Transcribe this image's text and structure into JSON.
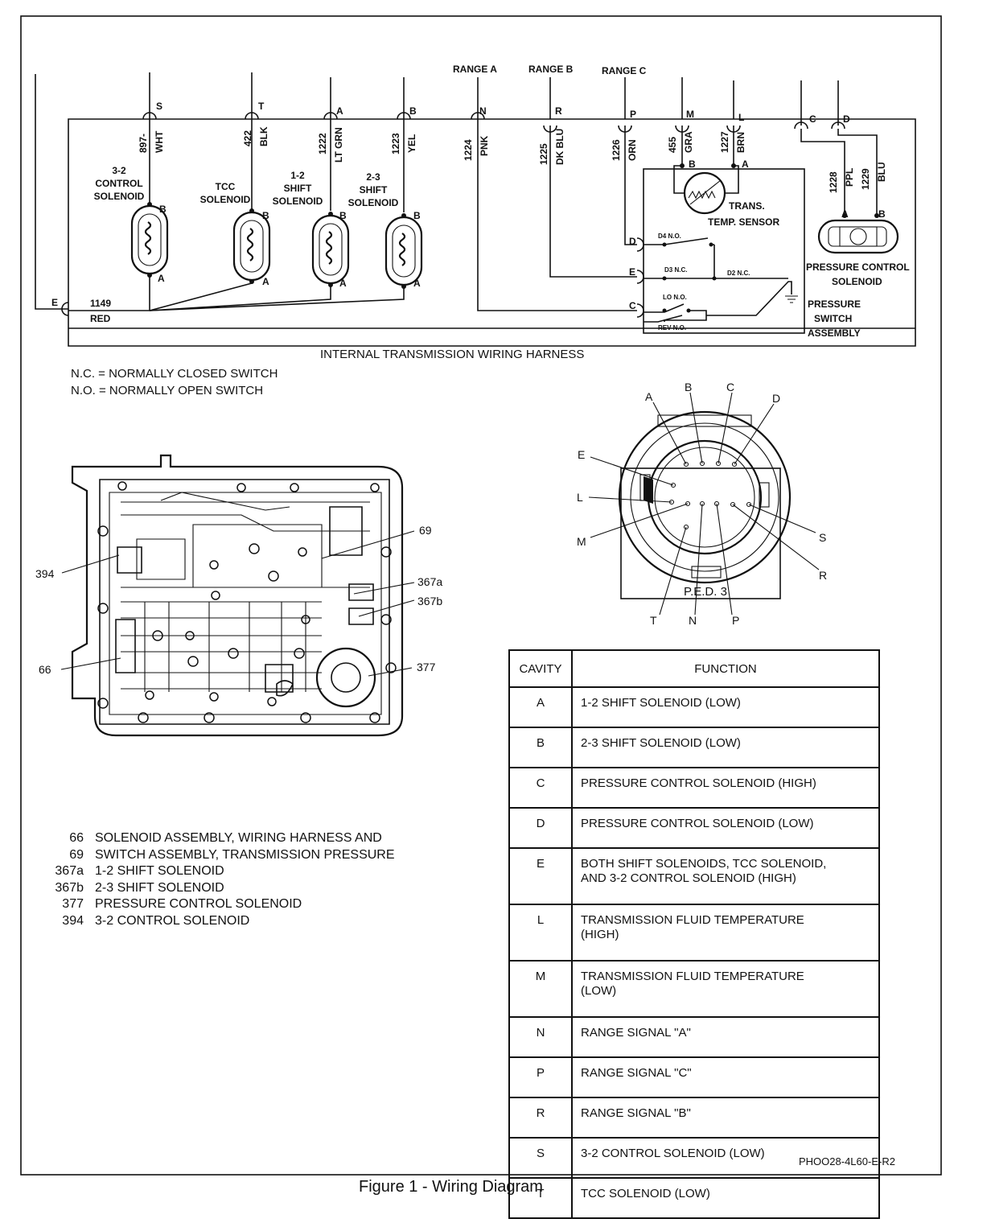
{
  "top_labels": {
    "range_a": "RANGE A",
    "range_b": "RANGE B",
    "range_c": "RANGE C"
  },
  "terminals": [
    "S",
    "T",
    "A",
    "B",
    "N",
    "R",
    "P",
    "M",
    "L",
    "C",
    "D",
    "E"
  ],
  "wires": [
    {
      "num": "897-",
      "color": "WHT"
    },
    {
      "num": "422",
      "color": "BLK"
    },
    {
      "num": "1222",
      "color": "LT GRN"
    },
    {
      "num": "1223",
      "color": "YEL"
    },
    {
      "num": "1224",
      "color": "PNK"
    },
    {
      "num": "1225",
      "color": "DK BLU"
    },
    {
      "num": "1226",
      "color": "ORN"
    },
    {
      "num": "455",
      "color": "GRA"
    },
    {
      "num": "1227",
      "color": "BRN"
    },
    {
      "num": "1228",
      "color": "PPL"
    },
    {
      "num": "1229",
      "color": "BLU"
    }
  ],
  "ground_wire": {
    "num": "1149",
    "color": "RED"
  },
  "components": {
    "control_solenoid_32": [
      "3-2",
      "CONTROL",
      "SOLENOID"
    ],
    "tcc_solenoid": [
      "TCC",
      "SOLENOID"
    ],
    "shift_solenoid_12": [
      "1-2",
      "SHIFT",
      "SOLENOID"
    ],
    "shift_solenoid_23": [
      "2-3",
      "SHIFT",
      "SOLENOID"
    ],
    "temp_sensor": [
      "TRANS.",
      "TEMP. SENSOR"
    ],
    "pcs": [
      "PRESSURE CONTROL",
      "SOLENOID"
    ],
    "psa": [
      "PRESSURE",
      "SWITCH",
      "ASSEMBLY"
    ]
  },
  "switches": {
    "d4": "D4 N.O.",
    "d3": "D3 N.C.",
    "d2": "D2 N.C.",
    "lo": "LO N.O.",
    "rev": "REV N.O."
  },
  "harness_title": "INTERNAL TRANSMISSION WIRING HARNESS",
  "nc_note": "N.C. = NORMALLY CLOSED SWITCH",
  "no_note": "N.O. = NORMALLY OPEN SWITCH",
  "connector_pins": [
    "A",
    "B",
    "C",
    "D",
    "E",
    "L",
    "M",
    "S",
    "R",
    "T",
    "N",
    "P"
  ],
  "connector_label": "P.E.D. 3",
  "callouts": [
    "69",
    "394",
    "367a",
    "367b",
    "66",
    "377"
  ],
  "table": {
    "header_cavity": "CAVITY",
    "header_function": "FUNCTION",
    "rows": [
      {
        "cavity": "A",
        "function": "1-2 SHIFT SOLENOID (LOW)"
      },
      {
        "cavity": "B",
        "function": "2-3 SHIFT SOLENOID (LOW)"
      },
      {
        "cavity": "C",
        "function": "PRESSURE CONTROL SOLENOID (HIGH)"
      },
      {
        "cavity": "D",
        "function": "PRESSURE CONTROL SOLENOID (LOW)"
      },
      {
        "cavity": "E",
        "function": "BOTH SHIFT SOLENOIDS, TCC SOLENOID,\nAND 3-2 CONTROL SOLENOID (HIGH)"
      },
      {
        "cavity": "L",
        "function": "TRANSMISSION FLUID TEMPERATURE\n(HIGH)"
      },
      {
        "cavity": "M",
        "function": "TRANSMISSION FLUID TEMPERATURE\n(LOW)"
      },
      {
        "cavity": "N",
        "function": "RANGE SIGNAL \"A\""
      },
      {
        "cavity": "P",
        "function": "RANGE SIGNAL \"C\""
      },
      {
        "cavity": "R",
        "function": "RANGE SIGNAL \"B\""
      },
      {
        "cavity": "S",
        "function": "3-2 CONTROL SOLENOID (LOW)"
      },
      {
        "cavity": "T",
        "function": "TCC SOLENOID (LOW)"
      }
    ]
  },
  "legend": [
    {
      "num": "66",
      "text": "SOLENOID ASSEMBLY, WIRING HARNESS AND"
    },
    {
      "num": "69",
      "text": "SWITCH ASSEMBLY, TRANSMISSION PRESSURE"
    },
    {
      "num": "367a",
      "text": "1-2 SHIFT SOLENOID"
    },
    {
      "num": "367b",
      "text": "2-3 SHIFT SOLENOID"
    },
    {
      "num": "377",
      "text": "PRESSURE CONTROL SOLENOID"
    },
    {
      "num": "394",
      "text": "3-2 CONTROL SOLENOID"
    }
  ],
  "doc_code": "PHOO28-4L60-E-R2",
  "figure_caption": "Figure 1 - Wiring Diagram"
}
